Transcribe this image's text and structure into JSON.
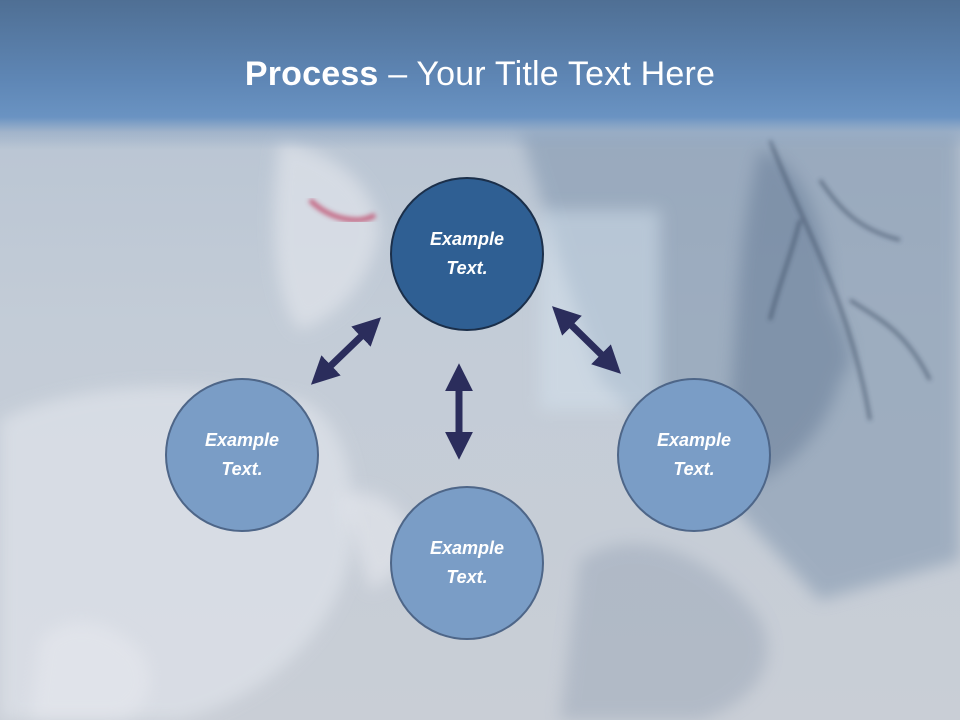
{
  "title": {
    "bold": "Process",
    "rest": " – Your Title Text Here"
  },
  "nodes": [
    {
      "line1": "Example",
      "line2": "Text."
    },
    {
      "line1": "Example",
      "line2": "Text."
    },
    {
      "line1": "Example",
      "line2": "Text."
    },
    {
      "line1": "Example",
      "line2": "Text."
    }
  ],
  "colors": {
    "arrow": "#2b2d5c",
    "node_top": "#2f5f93",
    "node_other": "#7a9dc6",
    "title_bar": "#5f87b6"
  }
}
